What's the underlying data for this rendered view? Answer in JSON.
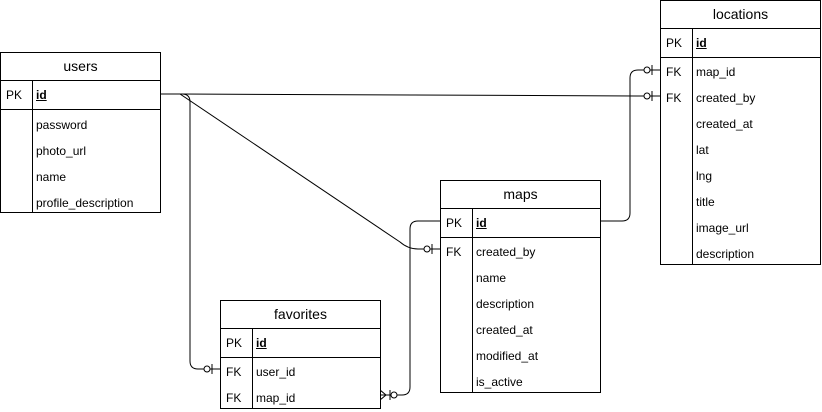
{
  "tables": {
    "users": {
      "name": "users",
      "pk": {
        "key": "PK",
        "field": "id"
      },
      "rows": [
        {
          "key": "",
          "field": "password"
        },
        {
          "key": "",
          "field": "photo_url"
        },
        {
          "key": "",
          "field": "name"
        },
        {
          "key": "",
          "field": "profile_description"
        }
      ]
    },
    "locations": {
      "name": "locations",
      "pk": {
        "key": "PK",
        "field": "id"
      },
      "rows": [
        {
          "key": "FK",
          "field": "map_id"
        },
        {
          "key": "FK",
          "field": "created_by"
        },
        {
          "key": "",
          "field": "created_at"
        },
        {
          "key": "",
          "field": "lat"
        },
        {
          "key": "",
          "field": "lng"
        },
        {
          "key": "",
          "field": "title"
        },
        {
          "key": "",
          "field": "image_url"
        },
        {
          "key": "",
          "field": "description"
        }
      ]
    },
    "maps": {
      "name": "maps",
      "pk": {
        "key": "PK",
        "field": "id"
      },
      "rows": [
        {
          "key": "FK",
          "field": "created_by"
        },
        {
          "key": "",
          "field": "name"
        },
        {
          "key": "",
          "field": "description"
        },
        {
          "key": "",
          "field": "created_at"
        },
        {
          "key": "",
          "field": "modified_at"
        },
        {
          "key": "",
          "field": "is_active"
        }
      ]
    },
    "favorites": {
      "name": "favorites",
      "pk": {
        "key": "PK",
        "field": "id"
      },
      "rows": [
        {
          "key": "FK",
          "field": "user_id"
        },
        {
          "key": "FK",
          "field": "map_id"
        }
      ]
    }
  }
}
